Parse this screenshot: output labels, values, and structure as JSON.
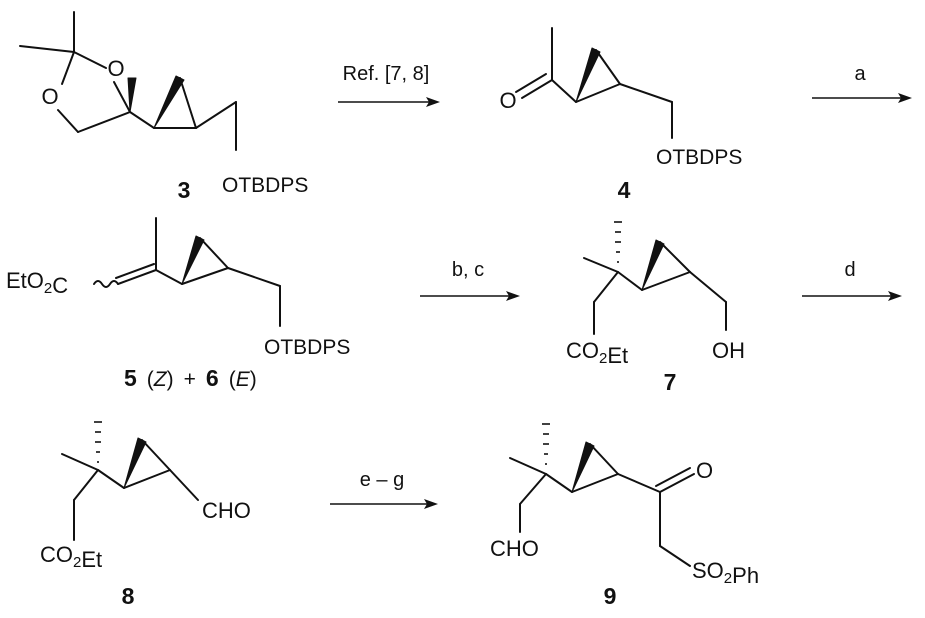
{
  "compounds": {
    "c3": {
      "number": "3",
      "o1": "O",
      "o2": "O",
      "otbdps": "OTBDPS"
    },
    "c4": {
      "number": "4",
      "oxo": "O",
      "otbdps": "OTBDPS"
    },
    "c56": {
      "eto2c": "EtO2C",
      "otbdps": "OTBDPS",
      "num5": "5",
      "z": "Z",
      "plus": "+",
      "num6": "6",
      "e": "E"
    },
    "c7": {
      "number": "7",
      "co2et": "CO2Et",
      "oh": "OH"
    },
    "c8": {
      "number": "8",
      "co2et": "CO2Et",
      "cho": "CHO"
    },
    "c9": {
      "number": "9",
      "oxo": "O",
      "cho": "CHO",
      "so2ph": "SO2Ph"
    }
  },
  "arrows": {
    "step1": "Ref. [7, 8]",
    "step2": "a",
    "step3": "b, c",
    "step4": "d",
    "step5": "e – g"
  }
}
